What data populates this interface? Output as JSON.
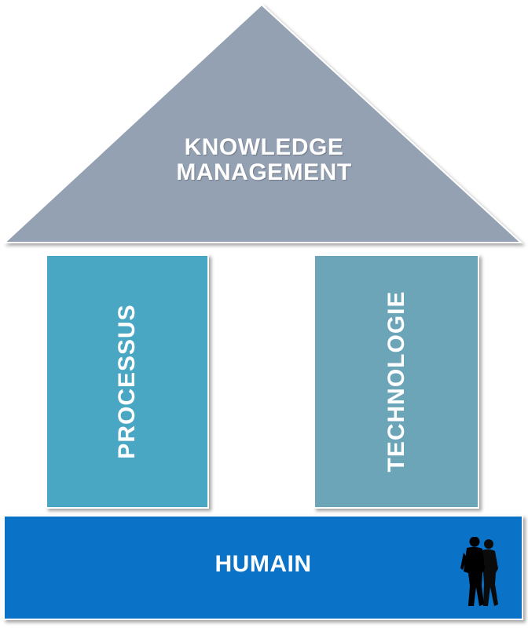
{
  "roof": {
    "line1": "KNOWLEDGE",
    "line2": "MANAGEMENT",
    "color": "#94a1b3"
  },
  "pillars": [
    {
      "label": "PROCESSUS",
      "color": "#4aa7c3"
    },
    {
      "label": "TECHNOLOGIE",
      "color": "#6ca4b8"
    }
  ],
  "base": {
    "label": "HUMAIN",
    "color": "#0a72c7",
    "icon": "people-silhouette-icon"
  }
}
